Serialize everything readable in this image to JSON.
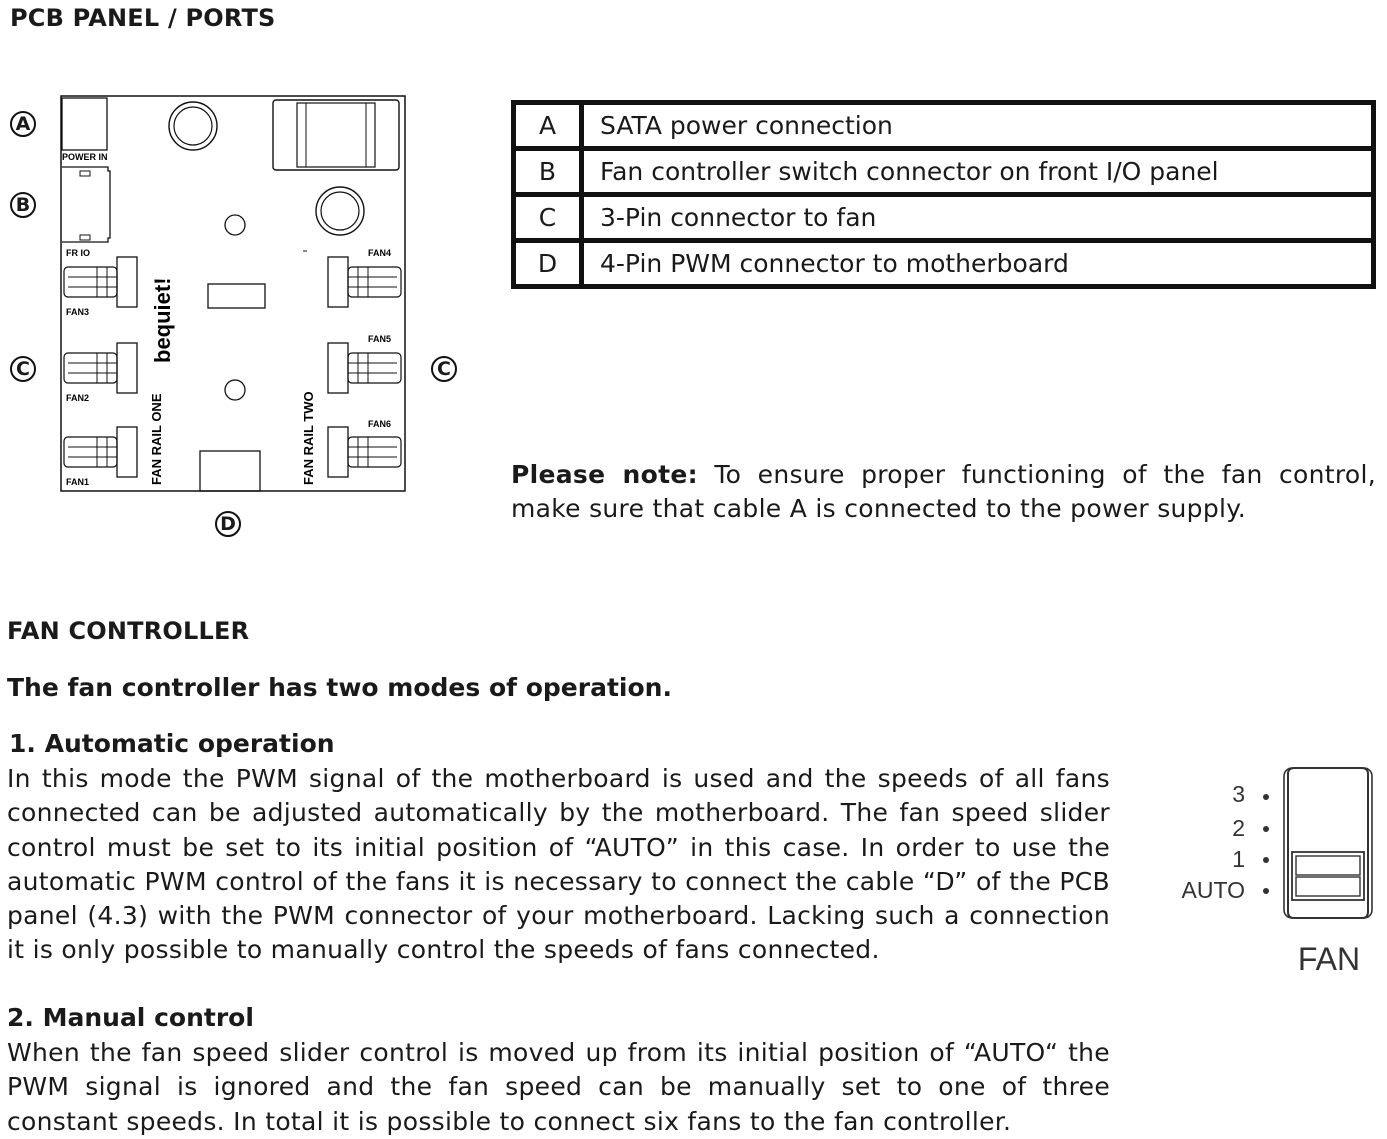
{
  "pcb_section": {
    "title": "PCB PANEL / PORTS",
    "callouts": [
      "A",
      "B",
      "C",
      "C",
      "D"
    ],
    "board_labels": {
      "power_in": "POWER IN",
      "fr_io": "FR IO",
      "fan1": "FAN1",
      "fan2": "FAN2",
      "fan3": "FAN3",
      "fan4": "FAN4",
      "fan5": "FAN5",
      "fan6": "FAN6",
      "rail_one": "FAN RAIL ONE",
      "rail_two": "FAN RAIL TWO",
      "logo": "bequiet!"
    }
  },
  "ports_table": [
    {
      "key": "A",
      "desc": "SATA power connection"
    },
    {
      "key": "B",
      "desc": "Fan controller switch connector on front I/O panel"
    },
    {
      "key": "C",
      "desc": "3-Pin connector to fan"
    },
    {
      "key": "D",
      "desc": "4-Pin PWM connector to motherboard"
    }
  ],
  "note": {
    "label": "Please note:",
    "text": " To ensure proper functioning of the fan control, make sure that cable A is connected to the power supply."
  },
  "fan_controller": {
    "title": "FAN CONTROLLER",
    "intro": "The fan controller has two modes of operation.",
    "auto": {
      "heading": "1. Automatic operation",
      "body": "In this mode the PWM signal of the motherboard is used and the speeds of all fans connected can be adjusted automatically by the motherboard. The fan speed slider control must be set to its initial position of “AUTO” in this case. In order to use the automatic PWM control of the fans it is necessary to connect the cable “D” of the PCB panel (4.3) with the PWM connector of your motherboard. Lacking such a connection it is only possible to manually control the speeds of fans connected."
    },
    "manual": {
      "heading": "2. Manual control",
      "body": "When the fan speed slider control is moved up from its initial position of “AUTO“ the PWM signal is ignored and the fan speed can be manually set to one of three constant speeds. In total it is possible to connect six fans to the fan controller."
    }
  },
  "slider": {
    "positions": [
      "3",
      "2",
      "1",
      "AUTO"
    ],
    "selected": "AUTO",
    "label": "FAN"
  }
}
